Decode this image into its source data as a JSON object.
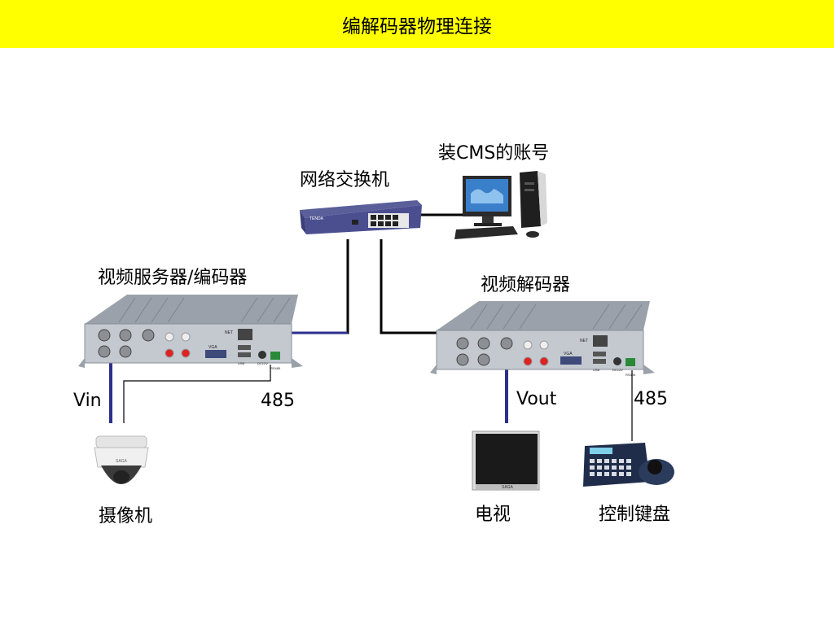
{
  "title": "编解码器物理连接",
  "labels": {
    "cms_account": "装CMS的账号",
    "switch": "网络交换机",
    "encoder": "视频服务器/编码器",
    "decoder": "视频解码器",
    "vin": "Vin",
    "encoder_485": "485",
    "vout": "Vout",
    "decoder_485": "485",
    "camera": "摄像机",
    "tv": "电视",
    "keyboard": "控制键盘"
  },
  "device_text": {
    "switch_brand": "TENDA",
    "net": "NET",
    "vga": "VGA",
    "usb": "USB",
    "dc12v": "DC12V",
    "rs485": "RS485",
    "tv_brand": "SAGA"
  },
  "colors": {
    "banner": "#ffff00",
    "video_line": "#2c2f8c",
    "net_line": "#000000",
    "data_line": "#000000"
  }
}
